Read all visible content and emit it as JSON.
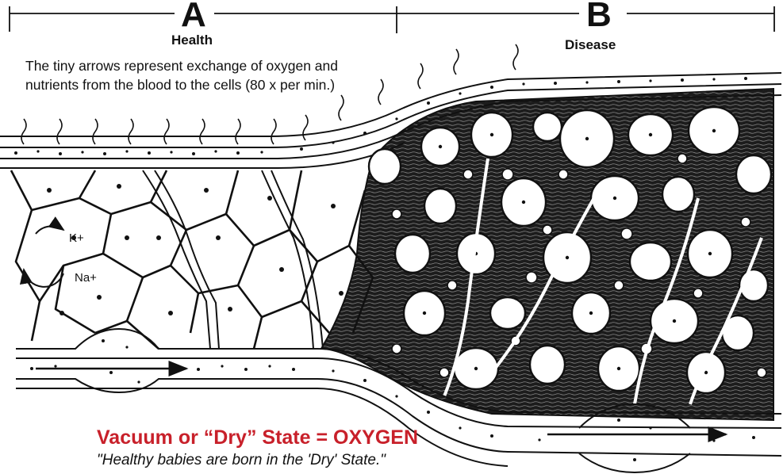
{
  "header": {
    "section_a_letter": "A",
    "section_a_label": "Health",
    "section_b_letter": "B",
    "section_b_label": "Disease"
  },
  "annotation": {
    "line1": "The tiny arrows represent exchange of oxygen and",
    "line2": "nutrients from the blood to the cells (80 x per min.)"
  },
  "ions": {
    "potassium": "K+",
    "sodium": "Na+"
  },
  "footer": {
    "headline": "Vacuum or “Dry” State = OXYGEN",
    "quote": "\"Healthy babies are born in the 'Dry' State.\""
  },
  "colors": {
    "ink": "#111111",
    "headline_red": "#c8202a",
    "tissue_fill_disease": "#1a1a1a"
  }
}
